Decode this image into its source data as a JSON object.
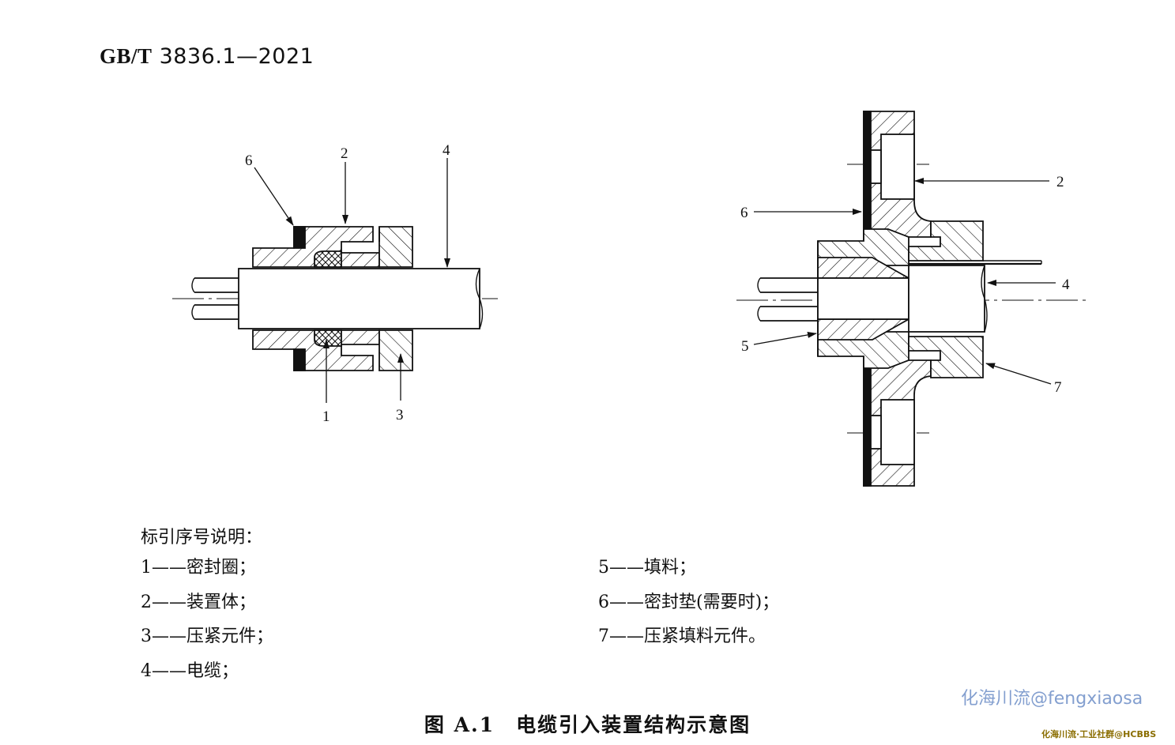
{
  "header": {
    "standard_prefix": "GB/T",
    "standard_number": "3836.1—2021"
  },
  "figure": {
    "left_labels": [
      "6",
      "2",
      "4",
      "1",
      "3"
    ],
    "right_labels": [
      "2",
      "6",
      "4",
      "5",
      "7"
    ]
  },
  "legend": {
    "title": "标引序号说明：",
    "left": [
      "1——密封圈；",
      "2——装置体；",
      "3——压紧元件；",
      "4——电缆；"
    ],
    "right": [
      "5——填料；",
      "6——密封垫(需要时)；",
      "7——压紧填料元件。"
    ]
  },
  "caption": "图 A.1　电缆引入装置结构示意图",
  "watermarks": {
    "main": "化海川流@fengxiaosa",
    "corner": "化海川流·工业社群@HCBBS"
  },
  "colors": {
    "ink": "#111111",
    "watermark": "#5a7fc0",
    "corner_mark": "#8a6d00"
  }
}
